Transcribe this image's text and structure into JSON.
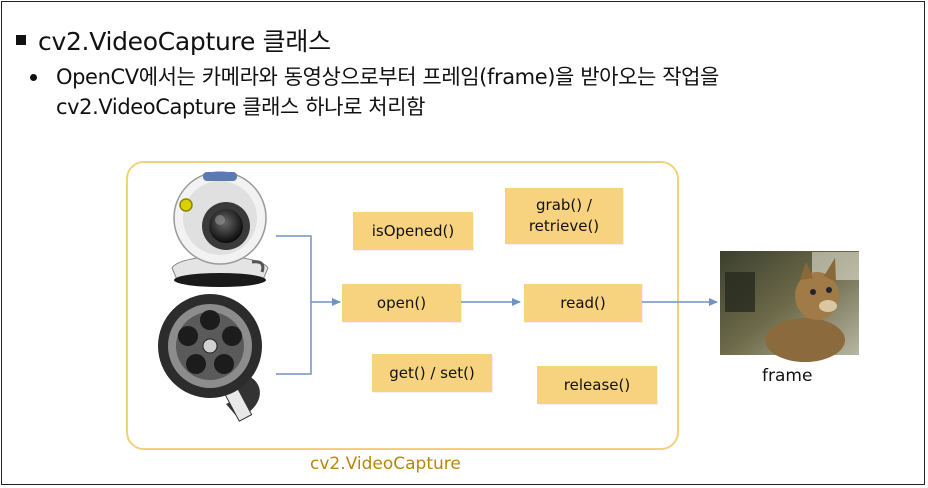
{
  "title": "cv2.VideoCapture 클래스",
  "description_line1": "OpenCV에서는 카메라와 동영상으로부터 프레임(frame)을 받아오는 작업을",
  "description_line2": "cv2.VideoCapture 클래스 하나로 처리함",
  "container_label": "cv2.VideoCapture",
  "methods": {
    "isopened": "isOpened()",
    "grab_line1": "grab() /",
    "grab_line2": "retrieve()",
    "open": "open()",
    "read": "read()",
    "getset": "get() / set()",
    "release": "release()"
  },
  "frame_label": "frame",
  "sources": [
    "webcam-icon",
    "film-reel-icon"
  ],
  "colors": {
    "method_box": "#f7d27f",
    "container_border": "#f0d27a",
    "container_label": "#b8860b",
    "arrow": "#6f93c4"
  }
}
